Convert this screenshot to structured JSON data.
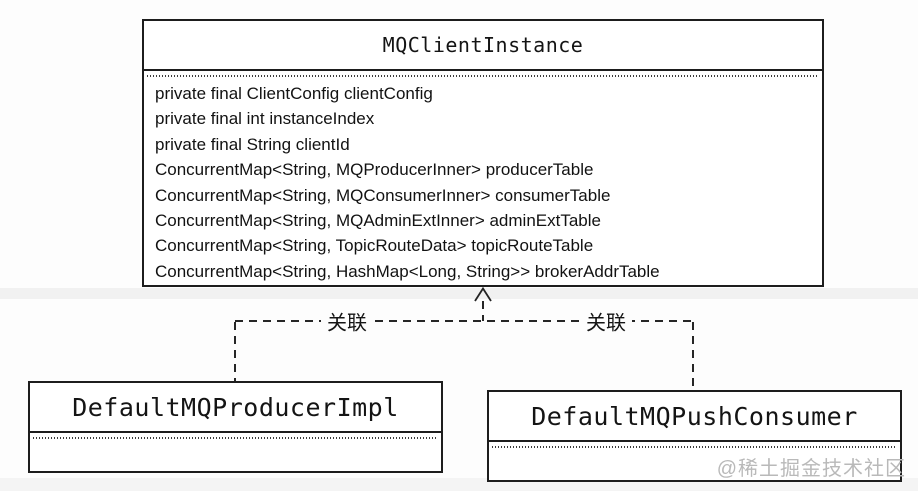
{
  "diagram": {
    "main_class": {
      "title": "MQClientInstance",
      "fields": [
        "private final ClientConfig clientConfig",
        "private final int instanceIndex",
        "private final String clientId",
        "ConcurrentMap<String, MQProducerInner> producerTable",
        "ConcurrentMap<String, MQConsumerInner> consumerTable",
        "ConcurrentMap<String, MQAdminExtInner> adminExtTable",
        "ConcurrentMap<String, TopicRouteData> topicRouteTable",
        "ConcurrentMap<String, HashMap<Long, String>> brokerAddrTable"
      ]
    },
    "producer_class": {
      "title": "DefaultMQProducerImpl",
      "fields": []
    },
    "consumer_class": {
      "title": "DefaultMQPushConsumer",
      "fields": []
    },
    "relations": [
      {
        "label": "关联",
        "from": "DefaultMQProducerImpl",
        "to": "MQClientInstance",
        "style": "dashed",
        "arrow": "open-arrow-up"
      },
      {
        "label": "关联",
        "from": "DefaultMQPushConsumer",
        "to": "MQClientInstance",
        "style": "dashed",
        "arrow": "open-arrow-up"
      }
    ],
    "watermark": "@稀土掘金技术社区",
    "colors": {
      "line": "#1d1d1d",
      "text": "#121212",
      "watermark": "#b9b9b9",
      "background": "#fdfdfd"
    }
  }
}
